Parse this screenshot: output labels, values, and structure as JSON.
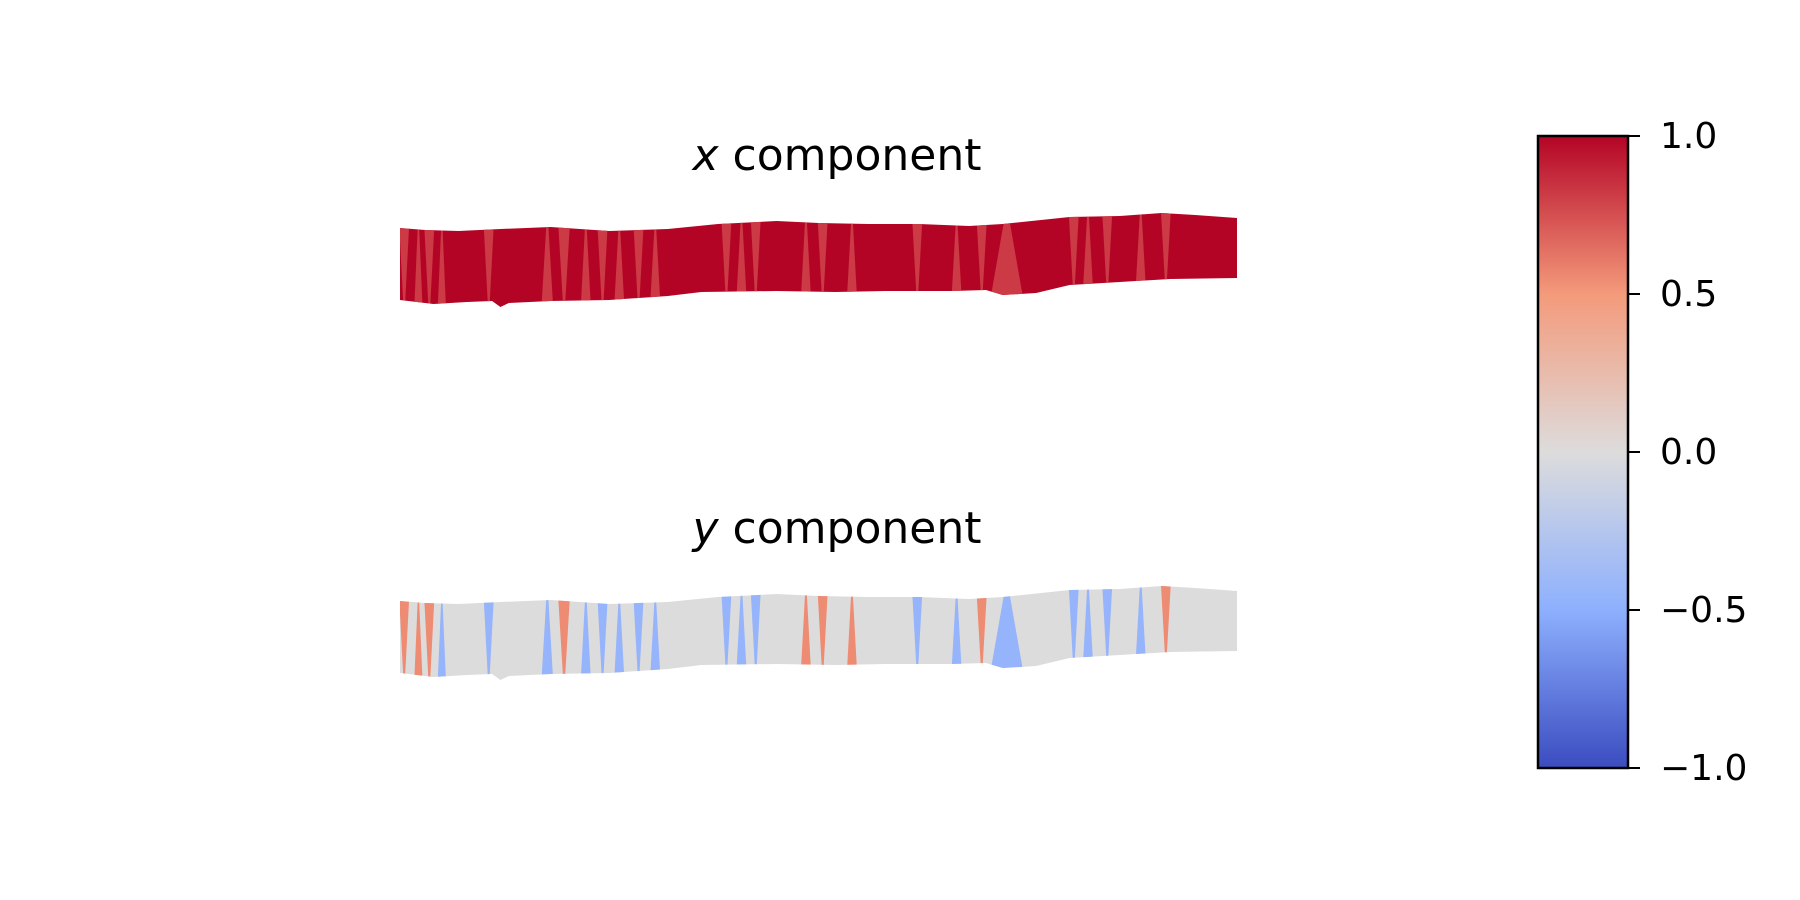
{
  "chart_data": {
    "type": "heatmap",
    "panels": [
      {
        "id": "x",
        "title_var": "x",
        "title_rest": " component",
        "base_value": 1.0,
        "stripes": [
          {
            "pos": 0.005,
            "width": 0.012,
            "value": 0.82
          },
          {
            "pos": 0.022,
            "width": 0.01,
            "value": 0.82
          },
          {
            "pos": 0.035,
            "width": 0.012,
            "value": 0.82
          },
          {
            "pos": 0.05,
            "width": 0.01,
            "value": 0.82
          },
          {
            "pos": 0.106,
            "width": 0.012,
            "value": 0.82
          },
          {
            "pos": 0.176,
            "width": 0.014,
            "value": 0.82
          },
          {
            "pos": 0.196,
            "width": 0.014,
            "value": 0.82
          },
          {
            "pos": 0.222,
            "width": 0.012,
            "value": 0.82
          },
          {
            "pos": 0.242,
            "width": 0.012,
            "value": 0.82
          },
          {
            "pos": 0.262,
            "width": 0.012,
            "value": 0.82
          },
          {
            "pos": 0.285,
            "width": 0.012,
            "value": 0.82
          },
          {
            "pos": 0.305,
            "width": 0.012,
            "value": 0.82
          },
          {
            "pos": 0.39,
            "width": 0.012,
            "value": 0.82
          },
          {
            "pos": 0.408,
            "width": 0.012,
            "value": 0.82
          },
          {
            "pos": 0.425,
            "width": 0.012,
            "value": 0.82
          },
          {
            "pos": 0.485,
            "width": 0.012,
            "value": 0.82
          },
          {
            "pos": 0.505,
            "width": 0.012,
            "value": 0.82
          },
          {
            "pos": 0.54,
            "width": 0.012,
            "value": 0.82
          },
          {
            "pos": 0.618,
            "width": 0.012,
            "value": 0.82
          },
          {
            "pos": 0.665,
            "width": 0.012,
            "value": 0.82
          },
          {
            "pos": 0.695,
            "width": 0.012,
            "value": 0.82
          },
          {
            "pos": 0.725,
            "width": 0.04,
            "value": 0.82
          },
          {
            "pos": 0.805,
            "width": 0.012,
            "value": 0.82
          },
          {
            "pos": 0.822,
            "width": 0.012,
            "value": 0.82
          },
          {
            "pos": 0.845,
            "width": 0.012,
            "value": 0.82
          },
          {
            "pos": 0.885,
            "width": 0.012,
            "value": 0.82
          },
          {
            "pos": 0.915,
            "width": 0.012,
            "value": 0.82
          }
        ]
      },
      {
        "id": "y",
        "title_var": "y",
        "title_rest": " component",
        "base_value": 0.0,
        "stripes": [
          {
            "pos": 0.005,
            "width": 0.012,
            "value": 0.55
          },
          {
            "pos": 0.022,
            "width": 0.01,
            "value": 0.55
          },
          {
            "pos": 0.035,
            "width": 0.012,
            "value": 0.55
          },
          {
            "pos": 0.05,
            "width": 0.01,
            "value": -0.45
          },
          {
            "pos": 0.106,
            "width": 0.012,
            "value": -0.45
          },
          {
            "pos": 0.176,
            "width": 0.014,
            "value": -0.45
          },
          {
            "pos": 0.196,
            "width": 0.014,
            "value": 0.55
          },
          {
            "pos": 0.222,
            "width": 0.012,
            "value": -0.45
          },
          {
            "pos": 0.242,
            "width": 0.012,
            "value": -0.45
          },
          {
            "pos": 0.262,
            "width": 0.012,
            "value": -0.45
          },
          {
            "pos": 0.285,
            "width": 0.012,
            "value": -0.45
          },
          {
            "pos": 0.305,
            "width": 0.012,
            "value": -0.45
          },
          {
            "pos": 0.39,
            "width": 0.012,
            "value": -0.45
          },
          {
            "pos": 0.408,
            "width": 0.012,
            "value": -0.45
          },
          {
            "pos": 0.425,
            "width": 0.012,
            "value": -0.45
          },
          {
            "pos": 0.485,
            "width": 0.012,
            "value": 0.55
          },
          {
            "pos": 0.505,
            "width": 0.012,
            "value": 0.55
          },
          {
            "pos": 0.54,
            "width": 0.012,
            "value": 0.55
          },
          {
            "pos": 0.618,
            "width": 0.012,
            "value": -0.45
          },
          {
            "pos": 0.665,
            "width": 0.012,
            "value": -0.45
          },
          {
            "pos": 0.695,
            "width": 0.012,
            "value": 0.55
          },
          {
            "pos": 0.725,
            "width": 0.04,
            "value": -0.45
          },
          {
            "pos": 0.805,
            "width": 0.012,
            "value": -0.45
          },
          {
            "pos": 0.822,
            "width": 0.012,
            "value": -0.45
          },
          {
            "pos": 0.845,
            "width": 0.012,
            "value": -0.45
          },
          {
            "pos": 0.885,
            "width": 0.012,
            "value": -0.45
          },
          {
            "pos": 0.915,
            "width": 0.012,
            "value": 0.55
          }
        ]
      }
    ],
    "colorbar": {
      "colormap": "coolwarm",
      "range": [
        -1.0,
        1.0
      ],
      "ticks": [
        1.0,
        0.5,
        0.0,
        -0.5,
        -1.0
      ],
      "tick_labels": [
        "1.0",
        "0.5",
        "0.0",
        "−0.5",
        "−1.0"
      ],
      "stops": [
        {
          "value": -1.0,
          "color": "#3b4cc0"
        },
        {
          "value": -0.5,
          "color": "#8db0fe"
        },
        {
          "value": 0.0,
          "color": "#dddcdc"
        },
        {
          "value": 0.5,
          "color": "#f49a7b"
        },
        {
          "value": 1.0,
          "color": "#b40426"
        }
      ]
    },
    "grid": false,
    "legend": "none"
  }
}
